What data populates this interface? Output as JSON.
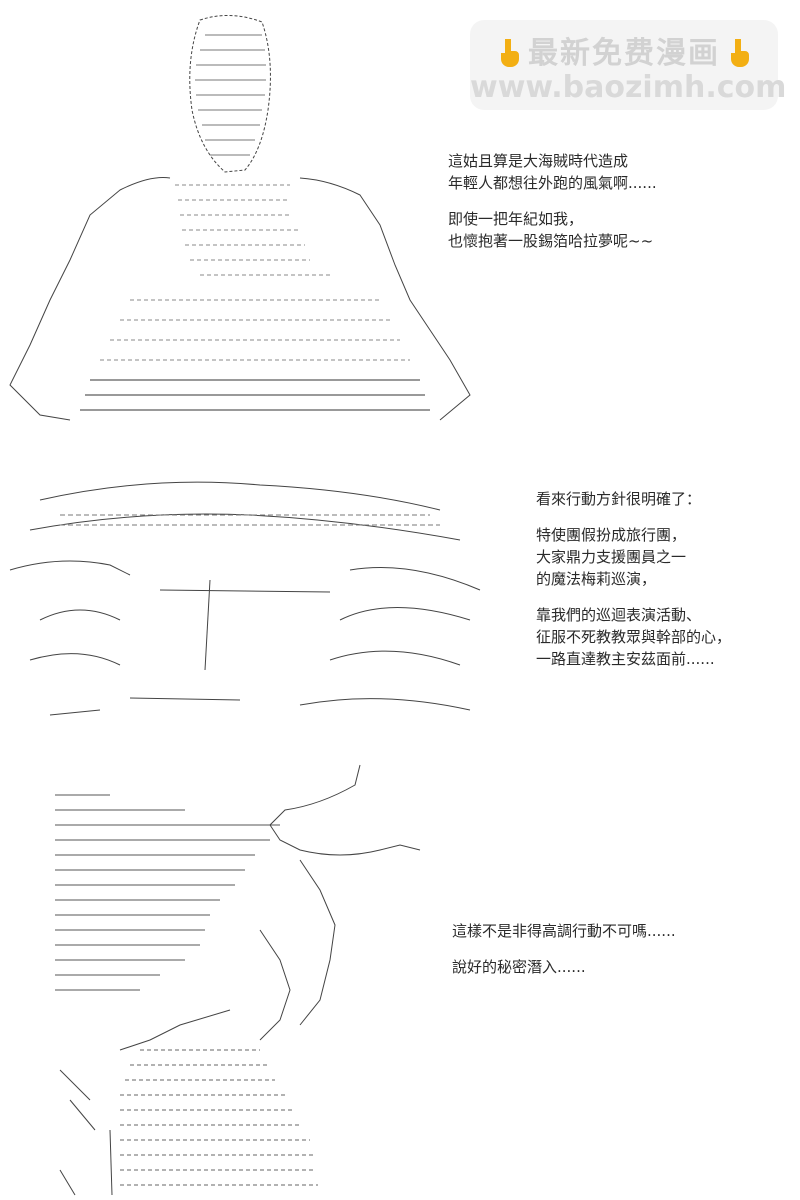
{
  "watermark": {
    "title": "最新免费漫画",
    "url": "www.baozimh.com",
    "icon": "pointing-hand-icon",
    "color": "#f2a900"
  },
  "panels": [
    {
      "lines": [
        "這姑且算是大海賊時代造成",
        "年輕人都想往外跑的風氣啊......",
        "",
        "即使一把年紀如我，",
        "也懷抱著一股錫箔哈拉夢呢~~"
      ]
    },
    {
      "lines": [
        "看來行動方針很明確了：",
        "",
        "特使團假扮成旅行團，",
        "大家鼎力支援團員之一",
        "的魔法梅莉巡演，",
        "",
        "靠我們的巡迴表演活動、",
        "征服不死教教眾與幹部的心，",
        "一路直達教主安茲面前......"
      ]
    },
    {
      "lines": [
        "這樣不是非得高調行動不可嗎......",
        "",
        "說好的秘密潛入......"
      ]
    }
  ]
}
